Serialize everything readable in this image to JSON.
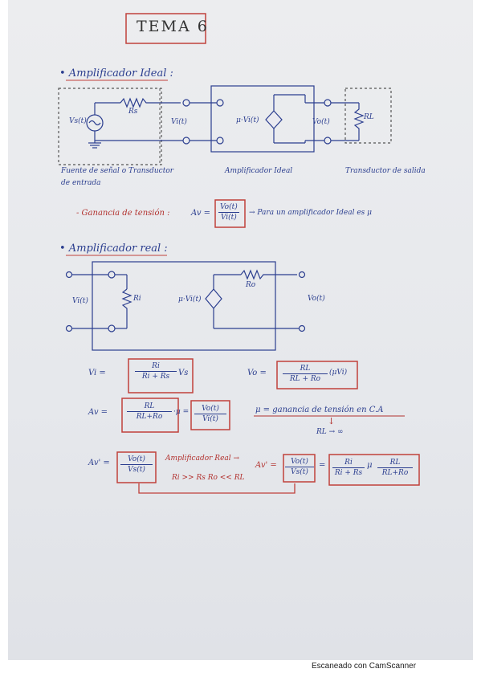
{
  "title": "TEMA 6",
  "ideal": {
    "heading": "• Amplificador Ideal :",
    "vs_label": "Vs(t)",
    "rs_label": "Rs",
    "vi_label": "Vi(t)",
    "source_label": "μ·Vi(t)",
    "vo_label": "Vo(t)",
    "rl_label": "RL",
    "caption_source": "Fuente de señal o Transductor",
    "caption_source2": "de entrada",
    "caption_amp": "Amplificador Ideal",
    "caption_out": "Transductor de salida",
    "gain_label": "- Ganancia de tensión :",
    "av": "Av =",
    "gain_num": "Vo(t)",
    "gain_den": "Vi(t)",
    "gain_note": "→ Para un amplificador Ideal es μ"
  },
  "real": {
    "heading": "• Amplificador real :",
    "vi_label": "Vi(t)",
    "ri_label": "Ri",
    "source_label": "μ·Vi(t)",
    "ro_label": "Ro",
    "vo_label": "Vo(t)"
  },
  "formulas": {
    "vi_lhs": "Vi =",
    "vi_num": "Ri",
    "vi_den": "Ri + Rs",
    "vi_tail": "Vs",
    "vo_lhs": "Vo =",
    "vo_num": "RL",
    "vo_den": "RL + Ro",
    "vo_tail": "(μVi)",
    "av_lhs": "Av =",
    "av_num": "RL",
    "av_den": "RL+Ro",
    "av_mid": "·μ =",
    "av_num2": "Vo(t)",
    "av_den2": "Vi(t)",
    "mu_def": "μ = ganancia de tensión en C.A",
    "mu_arrow": "↓",
    "mu_limit": "RL → ∞",
    "avp_lhs": "Av' =",
    "avp_num": "Vo(t)",
    "avp_den": "Vs(t)",
    "ideal_arrow": "Amplificador Real →",
    "ideal_cond": "Ri >> Rs   Ro << RL",
    "avp2_lhs": "Av' =",
    "avp2_num": "Vo(t)",
    "avp2_den": "Vs(t)",
    "avp2_eq": "=",
    "avp2_n1": "Ri",
    "avp2_d1": "Ri + Rs",
    "avp2_mu": "μ",
    "avp2_n2": "RL",
    "avp2_d2": "RL+Ro"
  },
  "footer": "Escaneado con CamScanner",
  "colors": {
    "ink_blue": "#2b3e8f",
    "ink_red": "#b2322f",
    "paper": "#e8e9ed"
  }
}
